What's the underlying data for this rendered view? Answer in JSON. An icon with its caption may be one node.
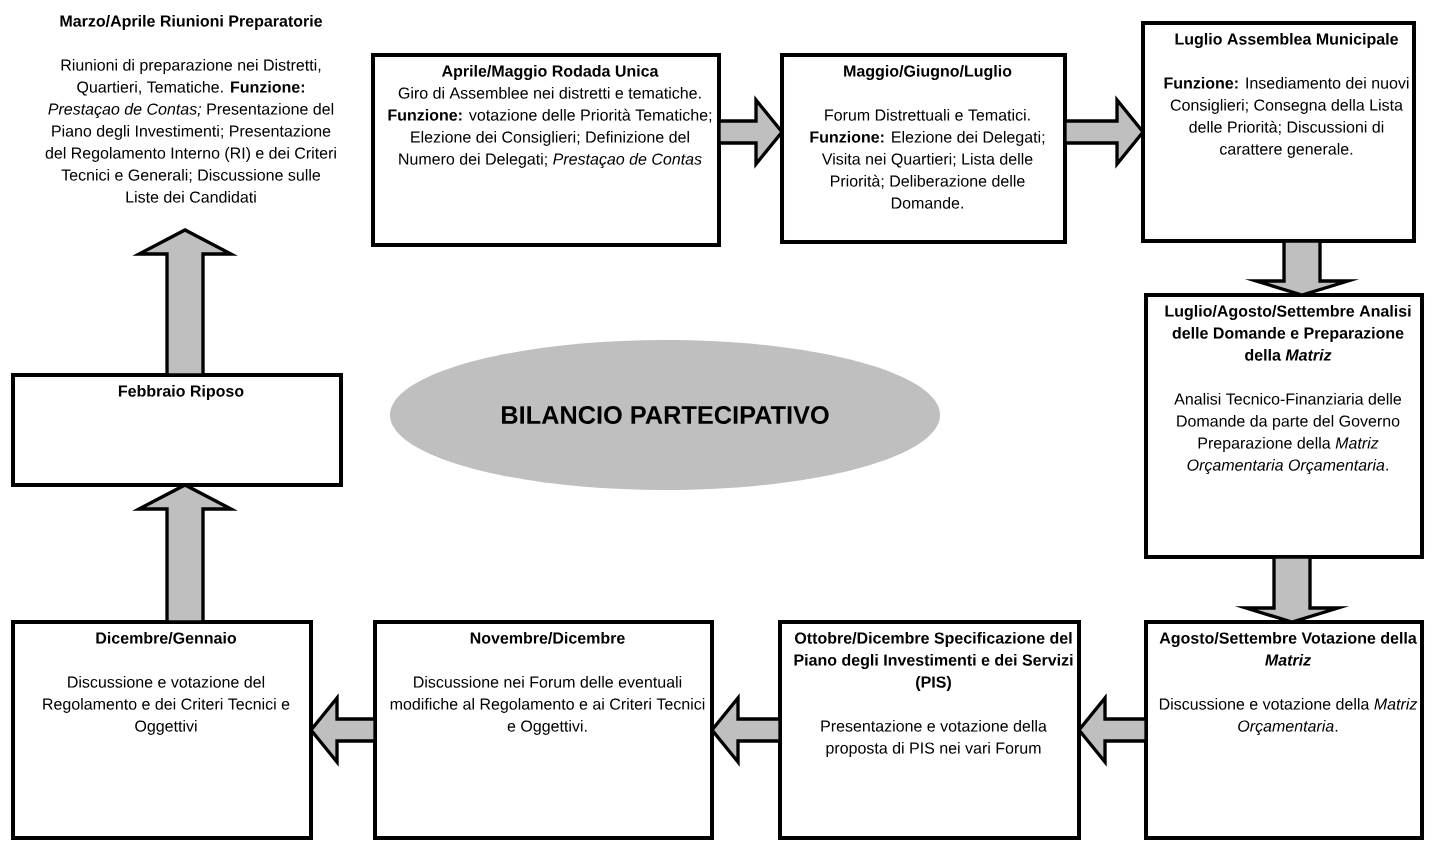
{
  "diagram": {
    "nodes": [
      {
        "text": [
          "Marzo/Aprile Riunioni Preparatorie",
          "Riunioni di preparazione nei Distretti, Quartieri, Tematiche. **Funzione:** *Prestaçao de Contas;* Presentazione del Piano degli Investimenti; Presentazione del Regolamento Interno (RI) e dei Criteri Tecnici e Generali; Discussione sulle Liste dei Candidati"
        ]
      },
      {
        "text": [
          "Aprile/Maggio Rodada Unica",
          "Giro di Assemblee nei distretti e tematiche. **Funzione:** votazione delle Priorità Tematiche; Elezione dei Consiglieri; Definizione del Numero dei Delegati; *Prestaçao de Contas*"
        ]
      },
      {
        "text": [
          "Maggio/Giugno/Luglio",
          "Forum Distrettuali e Tematici. **Funzione:** Elezione dei Delegati; Visita nei Quartieri; Lista delle Priorità; Deliberazione delle Domande."
        ]
      },
      {
        "text": [
          "Luglio Assemblea Municipale",
          "**Funzione:** Insediamento dei nuovi Consiglieri; Consegna della Lista delle Priorità; Discussioni di carattere generale."
        ]
      },
      {
        "text": [
          "Luglio/Agosto/Settembre Analisi delle Domande e Preparazione della *Matriz*",
          "Analisi Tecnico-Finanziaria delle Domande da parte del Governo Preparazione della *Matriz Orçamentaria Orçamentaria*."
        ]
      },
      {
        "text": [
          "Agosto/Settembre Votazione della *Matriz*",
          "Discussione e votazione della *Matriz Orçamentaria*."
        ]
      },
      {
        "text": [
          "Ottobre/Dicembre Specificazione del Piano degli Investimenti e dei Servizi (PIS)",
          "Presentazione e votazione della proposta di PIS nei vari Forum"
        ]
      },
      {
        "text": [
          "Novembre/Dicembre",
          "Discussione nei Forum delle eventuali modifiche al Regolamento e ai Criteri Tecnici e Oggettivi."
        ]
      },
      {
        "text": [
          "Dicembre/Gennaio",
          "Discussione e votazione del Regolamento e dei Criteri Tecnici e Oggettivi"
        ]
      },
      {
        "text": [
          "Febbraio Riposo"
        ]
      },
      {
        "text": [
          "BILANCIO PARTECIPATIVO"
        ]
      }
    ],
    "edges": [
      {
        "from": 1,
        "to": 2,
        "arrow": "to"
      },
      {
        "from": 2,
        "to": 3,
        "arrow": "to"
      },
      {
        "from": 3,
        "to": 4,
        "arrow": "to"
      },
      {
        "from": 4,
        "to": 5,
        "arrow": "to"
      },
      {
        "from": 5,
        "to": 6,
        "arrow": "to"
      },
      {
        "from": 6,
        "to": 7,
        "arrow": "to"
      },
      {
        "from": 7,
        "to": 8,
        "arrow": "to"
      },
      {
        "from": 8,
        "to": 9,
        "arrow": "to"
      },
      {
        "from": 9,
        "to": 0,
        "arrow": "to"
      }
    ]
  }
}
